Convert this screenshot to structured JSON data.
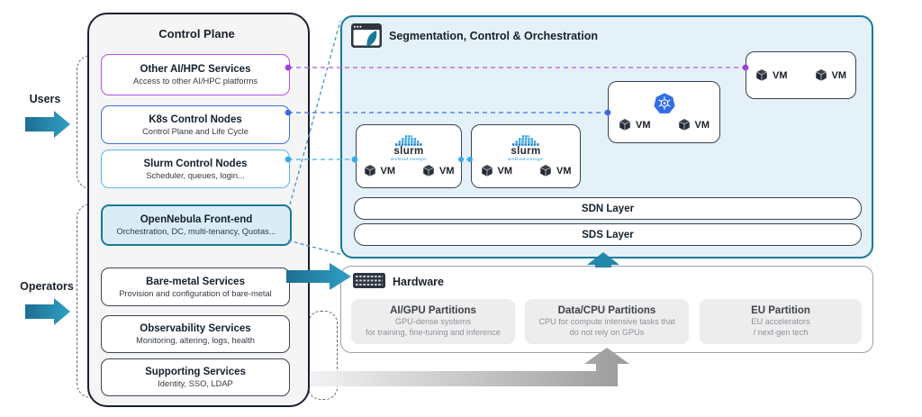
{
  "colors": {
    "accent_teal": "#187a99",
    "segmentation_bg": "#e4f1f8",
    "purple_accent": "#b44fe8",
    "blue_accent": "#3f6fd8",
    "light_blue_accent": "#57b8ea",
    "dark_border": "#1b2030",
    "gray_arrow": "#9b9b9b",
    "kubernetes_blue": "#326de4",
    "slurm_blue": "#2aa0e0"
  },
  "actors": {
    "users": "Users",
    "operators": "Operators"
  },
  "control_plane": {
    "title": "Control Plane",
    "services": [
      {
        "title": "Other AI/HPC Services",
        "subtitle": "Access to other AI/HPC platforms"
      },
      {
        "title": "K8s Control Nodes",
        "subtitle": "Control Plane and Life Cycle"
      },
      {
        "title": "Slurm Control Nodes",
        "subtitle": "Scheduler, queues, login..."
      },
      {
        "title": "OpenNebula Front-end",
        "subtitle": "Orchestration, DC, multi-tenancy, Quotas..."
      },
      {
        "title": "Bare-metal Services",
        "subtitle": "Provision and configuration of bare-metal"
      },
      {
        "title": "Observability Services",
        "subtitle": "Monitoring, altering, logs, health"
      },
      {
        "title": "Supporting Services",
        "subtitle": "Identity, SSO, LDAP"
      }
    ]
  },
  "segmentation": {
    "title": "Segmentation, Control & Orchestration",
    "vm_label": "VM",
    "slurm_logo": {
      "name": "slurm",
      "tagline": "workload manager"
    },
    "layers": [
      {
        "label": "SDN Layer"
      },
      {
        "label": "SDS Layer"
      }
    ]
  },
  "hardware": {
    "title": "Hardware",
    "partitions": [
      {
        "title": "AI/GPU Partitions",
        "line1": "GPU-dense systems",
        "line2": "for training, fine-tuning and inference"
      },
      {
        "title": "Data/CPU Partitions",
        "line1": "CPU for compute intensive tasks that",
        "line2": "do not rely on GPUs"
      },
      {
        "title": "EU Partition",
        "line1": "EU accelerators",
        "line2": "/ next-gen tech"
      }
    ]
  }
}
